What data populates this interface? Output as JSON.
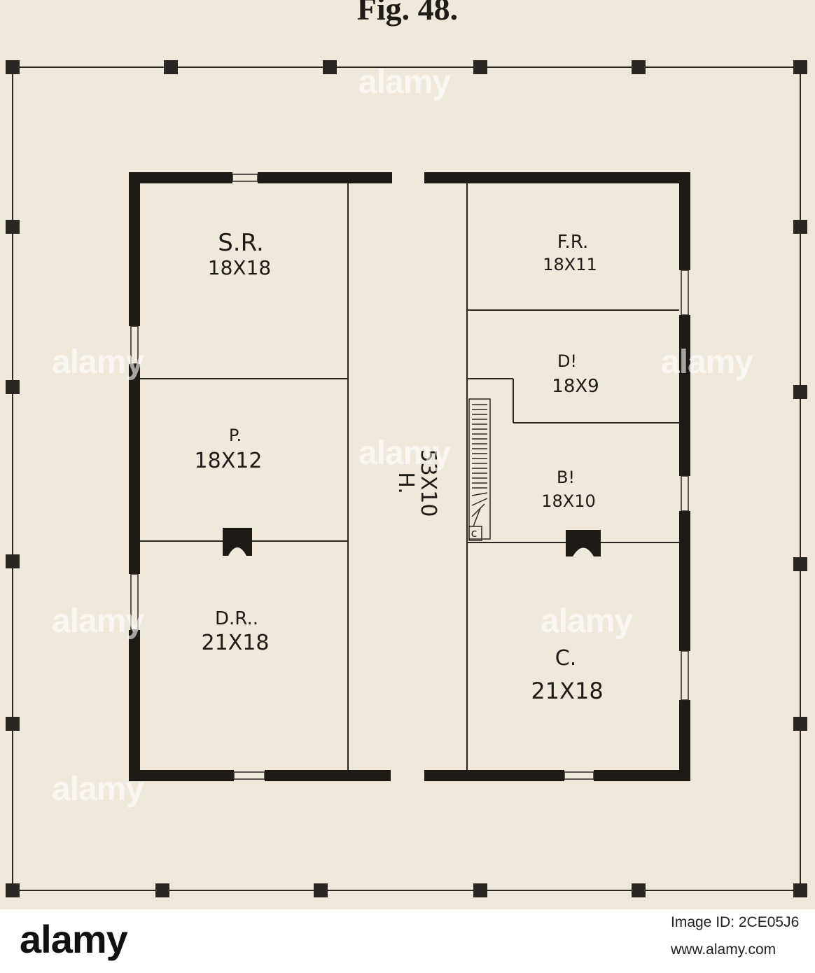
{
  "figure": {
    "title": "Fig. 48."
  },
  "rooms": [
    {
      "id": "sr",
      "name": "S.R.",
      "size": "18X18"
    },
    {
      "id": "fr",
      "name": "F.R.",
      "size": "18X11"
    },
    {
      "id": "d",
      "name": "D!",
      "size": "18X9"
    },
    {
      "id": "p",
      "name": "P.",
      "size": "18X12"
    },
    {
      "id": "b",
      "name": "B!",
      "size": "18X10"
    },
    {
      "id": "dr",
      "name": "D.R..",
      "size": "21X18"
    },
    {
      "id": "c",
      "name": "C.",
      "size": "21X18"
    }
  ],
  "hall": {
    "name": "H.",
    "size": "53X10"
  },
  "closet": {
    "label": "c"
  },
  "watermark": {
    "text": "alamy"
  },
  "stock": {
    "logo": "alamy",
    "image_id": "Image ID: 2CE05J6",
    "url": "www.alamy.com"
  },
  "colors": {
    "paper": "#efe8db",
    "ink": "#1e1b17"
  }
}
